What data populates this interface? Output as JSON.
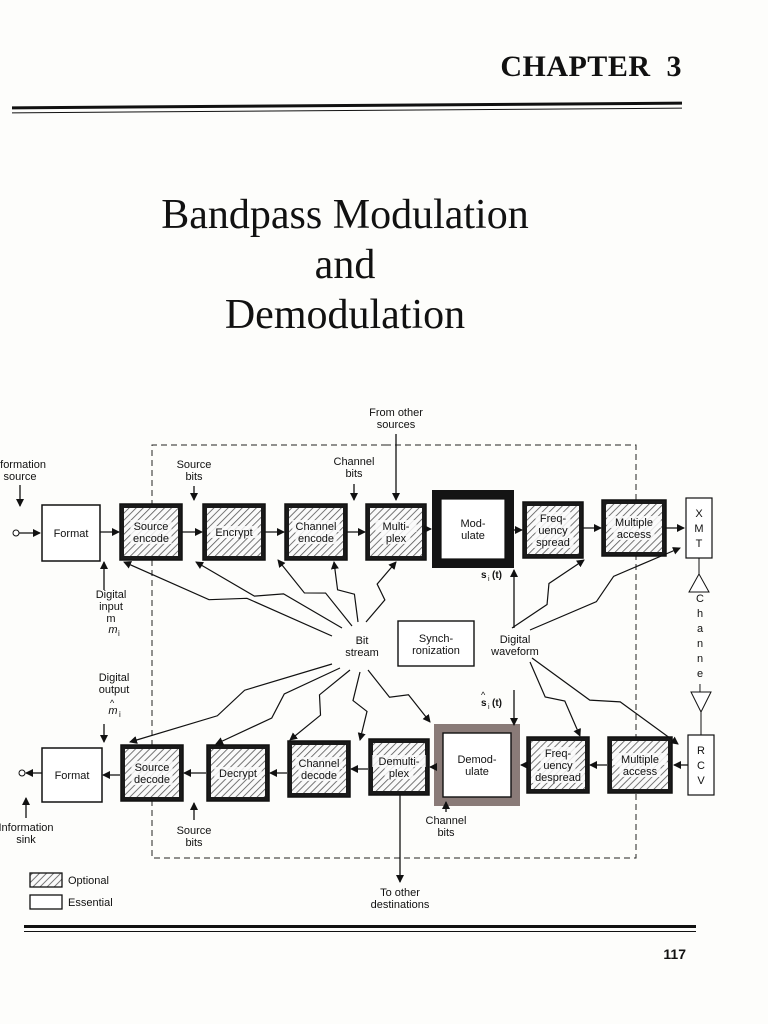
{
  "header": {
    "chapter_label": "CHAPTER",
    "chapter_number": "3"
  },
  "title": {
    "line1": "Bandpass Modulation",
    "line2": "and",
    "line3": "Demodulation"
  },
  "diagram": {
    "from_other_sources": [
      "From other",
      "sources"
    ],
    "information_source": [
      "nformation",
      "source"
    ],
    "information_sink": [
      "Information",
      "sink"
    ],
    "source_bits_top": [
      "Source",
      "bits"
    ],
    "channel_bits_top": [
      "Channel",
      "bits"
    ],
    "source_bits_bottom": [
      "Source",
      "bits"
    ],
    "channel_bits_bottom": [
      "Channel",
      "bits"
    ],
    "to_other_destinations": [
      "To other",
      "destinations"
    ],
    "digital_input": [
      "Digital",
      "input",
      "m",
      "i"
    ],
    "digital_output": [
      "Digital",
      "output",
      "m",
      "i"
    ],
    "bit_stream": [
      "Bit",
      "stream"
    ],
    "synchronization": [
      "Synch-",
      "ronization"
    ],
    "digital_waveform": [
      "Digital",
      "waveform"
    ],
    "si_t": "s",
    "si_hat_t": "s",
    "channel_letters": [
      "C",
      "h",
      "a",
      "n",
      "n",
      "e",
      "l"
    ],
    "tx_blocks": [
      {
        "lines": [
          "Format"
        ],
        "optional": false
      },
      {
        "lines": [
          "Source",
          "encode"
        ],
        "optional": true
      },
      {
        "lines": [
          "Encrypt"
        ],
        "optional": true
      },
      {
        "lines": [
          "Channel",
          "encode"
        ],
        "optional": true
      },
      {
        "lines": [
          "Multi-",
          "plex"
        ],
        "optional": true
      },
      {
        "lines": [
          "Mod-",
          "ulate"
        ],
        "optional": false
      },
      {
        "lines": [
          "Freq-",
          "uency",
          "spread"
        ],
        "optional": true
      },
      {
        "lines": [
          "Multiple",
          "access"
        ],
        "optional": true
      }
    ],
    "rx_blocks": [
      {
        "lines": [
          "Format"
        ],
        "optional": false
      },
      {
        "lines": [
          "Source",
          "decode"
        ],
        "optional": true
      },
      {
        "lines": [
          "Decrypt"
        ],
        "optional": true
      },
      {
        "lines": [
          "Channel",
          "decode"
        ],
        "optional": true
      },
      {
        "lines": [
          "Demulti-",
          "plex"
        ],
        "optional": true
      },
      {
        "lines": [
          "Demod-",
          "ulate"
        ],
        "optional": false
      },
      {
        "lines": [
          "Freq-",
          "uency",
          "despread"
        ],
        "optional": true
      },
      {
        "lines": [
          "Multiple",
          "access"
        ],
        "optional": true
      }
    ],
    "xmt": [
      "X",
      "M",
      "T"
    ],
    "rcv": [
      "R",
      "C",
      "V"
    ],
    "legend": {
      "optional": "Optional",
      "essential": "Essential"
    }
  },
  "page_number": "117"
}
